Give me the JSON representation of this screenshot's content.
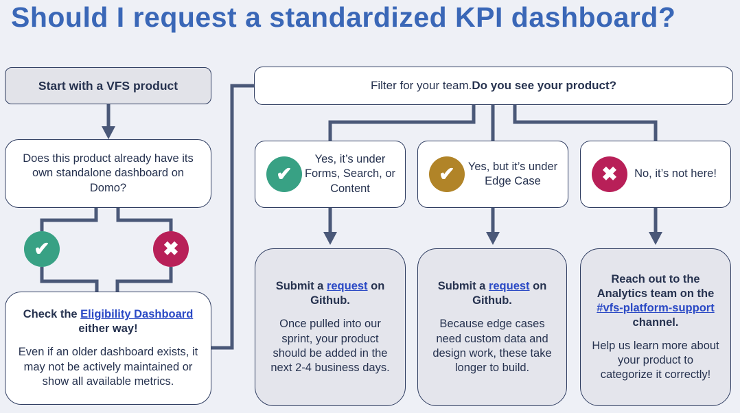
{
  "title": "Should I request a standardized KPI dashboard?",
  "colors": {
    "title_blue": "#3a67b7",
    "navy_text": "#26324f",
    "connector_navy": "#4a5878",
    "link_blue": "#2a49c5",
    "green": "#38a184",
    "gold": "#b18428",
    "crimson": "#b82058",
    "node_gray": "#e4e5ec",
    "background": "#eef0f6"
  },
  "left_flow": {
    "start_label": "Start with a VFS product",
    "question": "Does this product already have its own standalone dashboard on Domo?",
    "yes_icon": "✔",
    "no_icon": "✖",
    "result": {
      "heading_pre": "Check the ",
      "heading_link": "Eligibility Dashboard",
      "heading_post": " either way!",
      "body": "Even if an older dashboard exists, it may not be actively maintained or show all available metrics."
    }
  },
  "filter_node": {
    "text_regular": "Filter for your team. ",
    "text_bold": "Do you see your product?"
  },
  "options": [
    {
      "icon": "✔",
      "icon_color": "#38a184",
      "label": "Yes, it’s under Forms, Search, or Content"
    },
    {
      "icon": "✔",
      "icon_color": "#b18428",
      "label": "Yes, but it’s under Edge Case"
    },
    {
      "icon": "✖",
      "icon_color": "#b82058",
      "label": "No, it’s not here!"
    }
  ],
  "outcomes": [
    {
      "heading_pre": "Submit a ",
      "heading_link": "request",
      "heading_post": " on Github.",
      "body": "Once pulled into our sprint, your product should be added in the next 2-4 business days."
    },
    {
      "heading_pre": "Submit a ",
      "heading_link": "request",
      "heading_post": " on Github.",
      "body": "Because edge cases need custom data and design work, these take longer to build."
    },
    {
      "heading_pre": "Reach out to the Analytics team on the ",
      "heading_link": "#vfs-platform-support",
      "heading_post": " channel.",
      "body": "Help us  learn more about your product to categorize it correctly!"
    }
  ]
}
